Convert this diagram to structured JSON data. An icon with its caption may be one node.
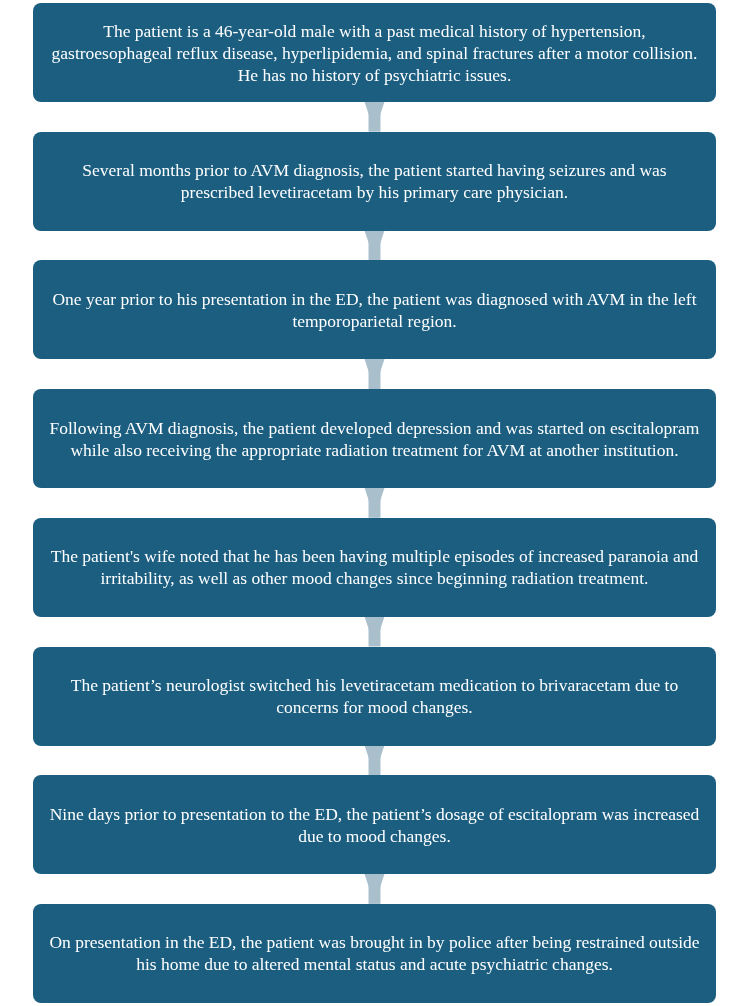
{
  "diagram": {
    "nodes": [
      {
        "text": [
          "The patient is a 46-year-old male with a past medical history of hypertension, gastroesophageal reflux disease, hyperlipidemia, and spinal fractures after a motor collision. He has no history of psychiatric issues."
        ]
      },
      {
        "text": [
          "Several months prior to AVM diagnosis, the patient started having seizures and was prescribed levetiracetam by his primary care physician."
        ]
      },
      {
        "text": [
          "One year prior to his presentation in the ED, the patient was diagnosed with AVM in the left temporoparietal region."
        ]
      },
      {
        "text": [
          "Following AVM diagnosis, the patient developed depression and was started on escitalopram while also receiving the appropriate radiation treatment for AVM at another institution."
        ]
      },
      {
        "text": [
          "The patient's wife noted that he has been having multiple episodes of increased paranoia and irritability, as well as other mood changes since beginning radiation treatment."
        ]
      },
      {
        "text": [
          "The patient’s neurologist switched his levetiracetam medication to brivaracetam due to concerns for mood changes."
        ]
      },
      {
        "text": [
          "Nine days prior to presentation to the ED, the patient’s dosage of escitalopram was increased due to mood changes."
        ]
      },
      {
        "text": [
          "On presentation in the ED, the patient was brought in by police after being restrained outside his home due to altered mental status and acute psychiatric changes."
        ]
      }
    ],
    "edges": [
      {
        "from": 0,
        "to": 1,
        "arrow": "to"
      },
      {
        "from": 1,
        "to": 2,
        "arrow": "to"
      },
      {
        "from": 2,
        "to": 3,
        "arrow": "to"
      },
      {
        "from": 3,
        "to": 4,
        "arrow": "to"
      },
      {
        "from": 4,
        "to": 5,
        "arrow": "to"
      },
      {
        "from": 5,
        "to": 6,
        "arrow": "to"
      },
      {
        "from": 6,
        "to": 7,
        "arrow": "to"
      }
    ]
  }
}
